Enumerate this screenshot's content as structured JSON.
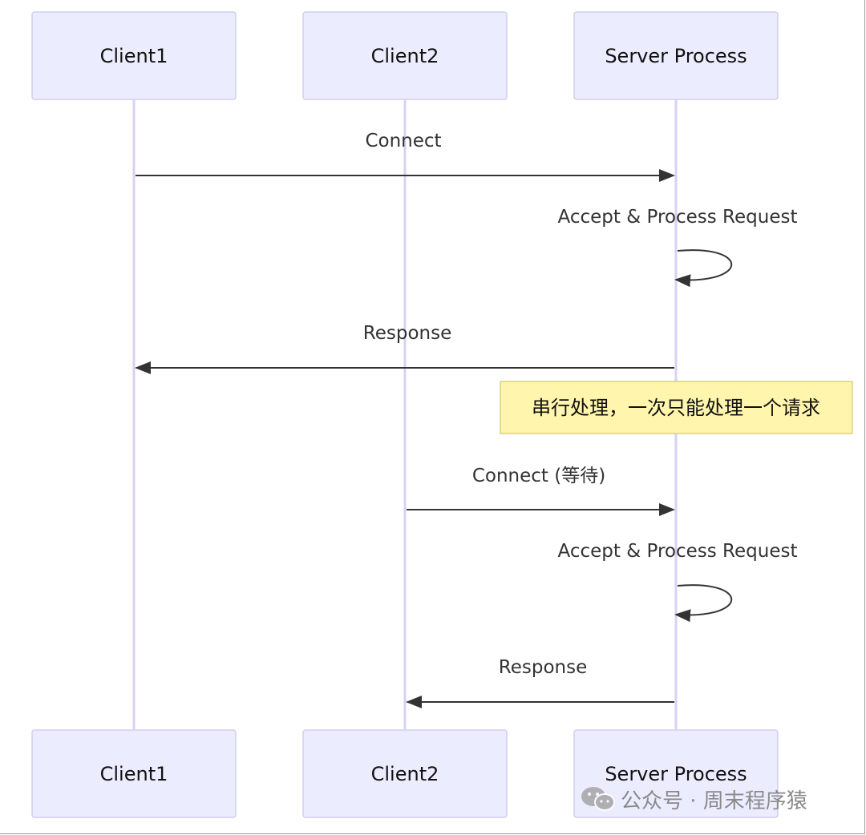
{
  "actors": {
    "client1": "Client1",
    "client2": "Client2",
    "server": "Server Process"
  },
  "messages": [
    {
      "from": "Client1",
      "to": "Server Process",
      "label": "Connect"
    },
    {
      "from": "Server Process",
      "to": "Server Process",
      "label": "Accept & Process Request"
    },
    {
      "from": "Server Process",
      "to": "Client1",
      "label": "Response"
    },
    {
      "from": "Client2",
      "to": "Server Process",
      "label": "Connect (等待)"
    },
    {
      "from": "Server Process",
      "to": "Server Process",
      "label": "Accept & Process Request"
    },
    {
      "from": "Server Process",
      "to": "Client2",
      "label": "Response"
    }
  ],
  "note": {
    "over": "Server Process",
    "text": "串行处理，一次只能处理一个请求"
  },
  "watermark": {
    "text": "公众号 · 周末程序猿",
    "icon": "wechat-icon"
  },
  "colors": {
    "actor_fill": "#ececff",
    "actor_border": "#cfcff2",
    "lifeline": "#d9d0f2",
    "note_fill": "#fff5ad",
    "arrow": "#333333"
  }
}
